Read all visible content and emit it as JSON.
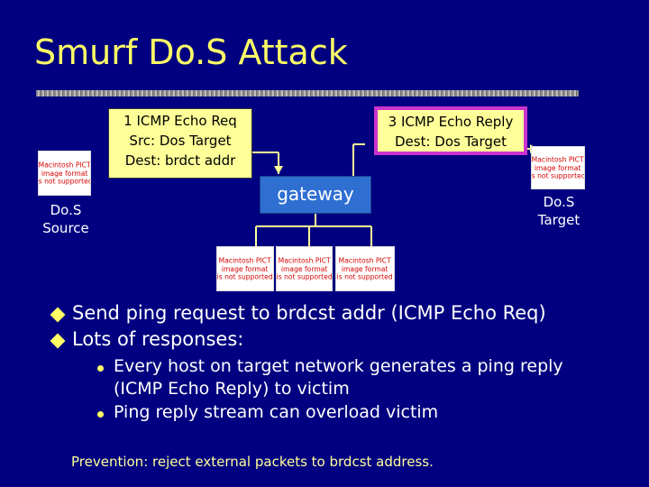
{
  "title": "Smurf Do.S Attack",
  "request_box": {
    "line1": "1 ICMP Echo Req",
    "line2": "Src:  Dos Target",
    "line3": "Dest:  brdct addr"
  },
  "reply_box": {
    "line1": "3 ICMP Echo Reply",
    "line2": "Dest:  Dos Target"
  },
  "gateway": {
    "label": "gateway"
  },
  "source": {
    "line1": "Do.S",
    "line2": "Source"
  },
  "target": {
    "line1": "Do.S",
    "line2": "Target"
  },
  "pict_placeholder": {
    "line1": "Macintosh PICT",
    "line2": "image format",
    "line3": "is not supported"
  },
  "bullets": [
    "Send ping request to brdcst addr (ICMP Echo Req)",
    "Lots of responses:"
  ],
  "sub_bullets": [
    "Every host on target network generates a ping reply (ICMP Echo Reply) to victim",
    "Ping reply stream can overload victim"
  ],
  "prevention": "Prevention: reject external packets to brdcst address.",
  "colors": {
    "background": "#000080",
    "title": "#ffff66",
    "box_fill": "#ffff99",
    "reply_border": "#cc33cc",
    "gateway_fill": "#2f6fd2",
    "connector": "#ffff99",
    "pict_text": "#d60000"
  }
}
